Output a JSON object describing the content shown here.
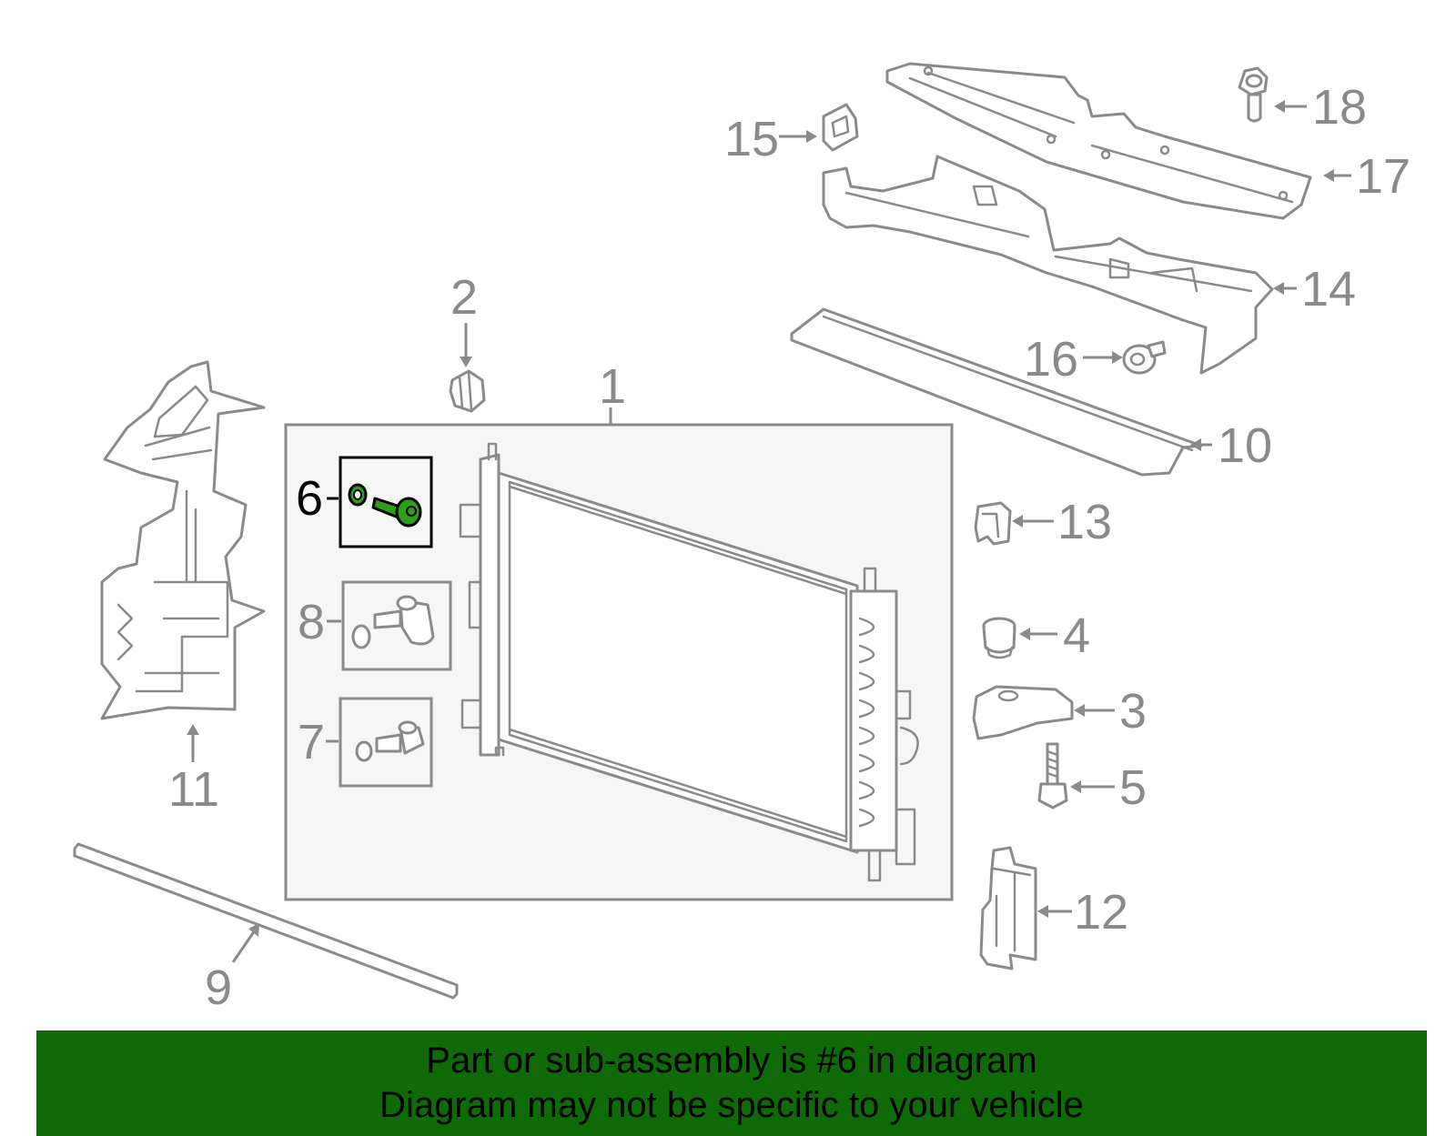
{
  "diagram": {
    "callouts": [
      {
        "id": "1",
        "label": "1"
      },
      {
        "id": "2",
        "label": "2"
      },
      {
        "id": "3",
        "label": "3"
      },
      {
        "id": "4",
        "label": "4"
      },
      {
        "id": "5",
        "label": "5"
      },
      {
        "id": "6",
        "label": "6"
      },
      {
        "id": "7",
        "label": "7"
      },
      {
        "id": "8",
        "label": "8"
      },
      {
        "id": "9",
        "label": "9"
      },
      {
        "id": "10",
        "label": "10"
      },
      {
        "id": "11",
        "label": "11"
      },
      {
        "id": "12",
        "label": "12"
      },
      {
        "id": "13",
        "label": "13"
      },
      {
        "id": "14",
        "label": "14"
      },
      {
        "id": "15",
        "label": "15"
      },
      {
        "id": "16",
        "label": "16"
      },
      {
        "id": "17",
        "label": "17"
      },
      {
        "id": "18",
        "label": "18"
      }
    ],
    "highlighted_part": "6",
    "colors": {
      "line_art": "#8a8a8a",
      "highlight_part": "#2e9e1c",
      "banner_background": "#0e6b07",
      "group_box_fill": "#f6f6f6"
    }
  },
  "banner": {
    "line1": "Part or sub-assembly is #6 in diagram",
    "line2": "Diagram may not be specific to your vehicle"
  }
}
